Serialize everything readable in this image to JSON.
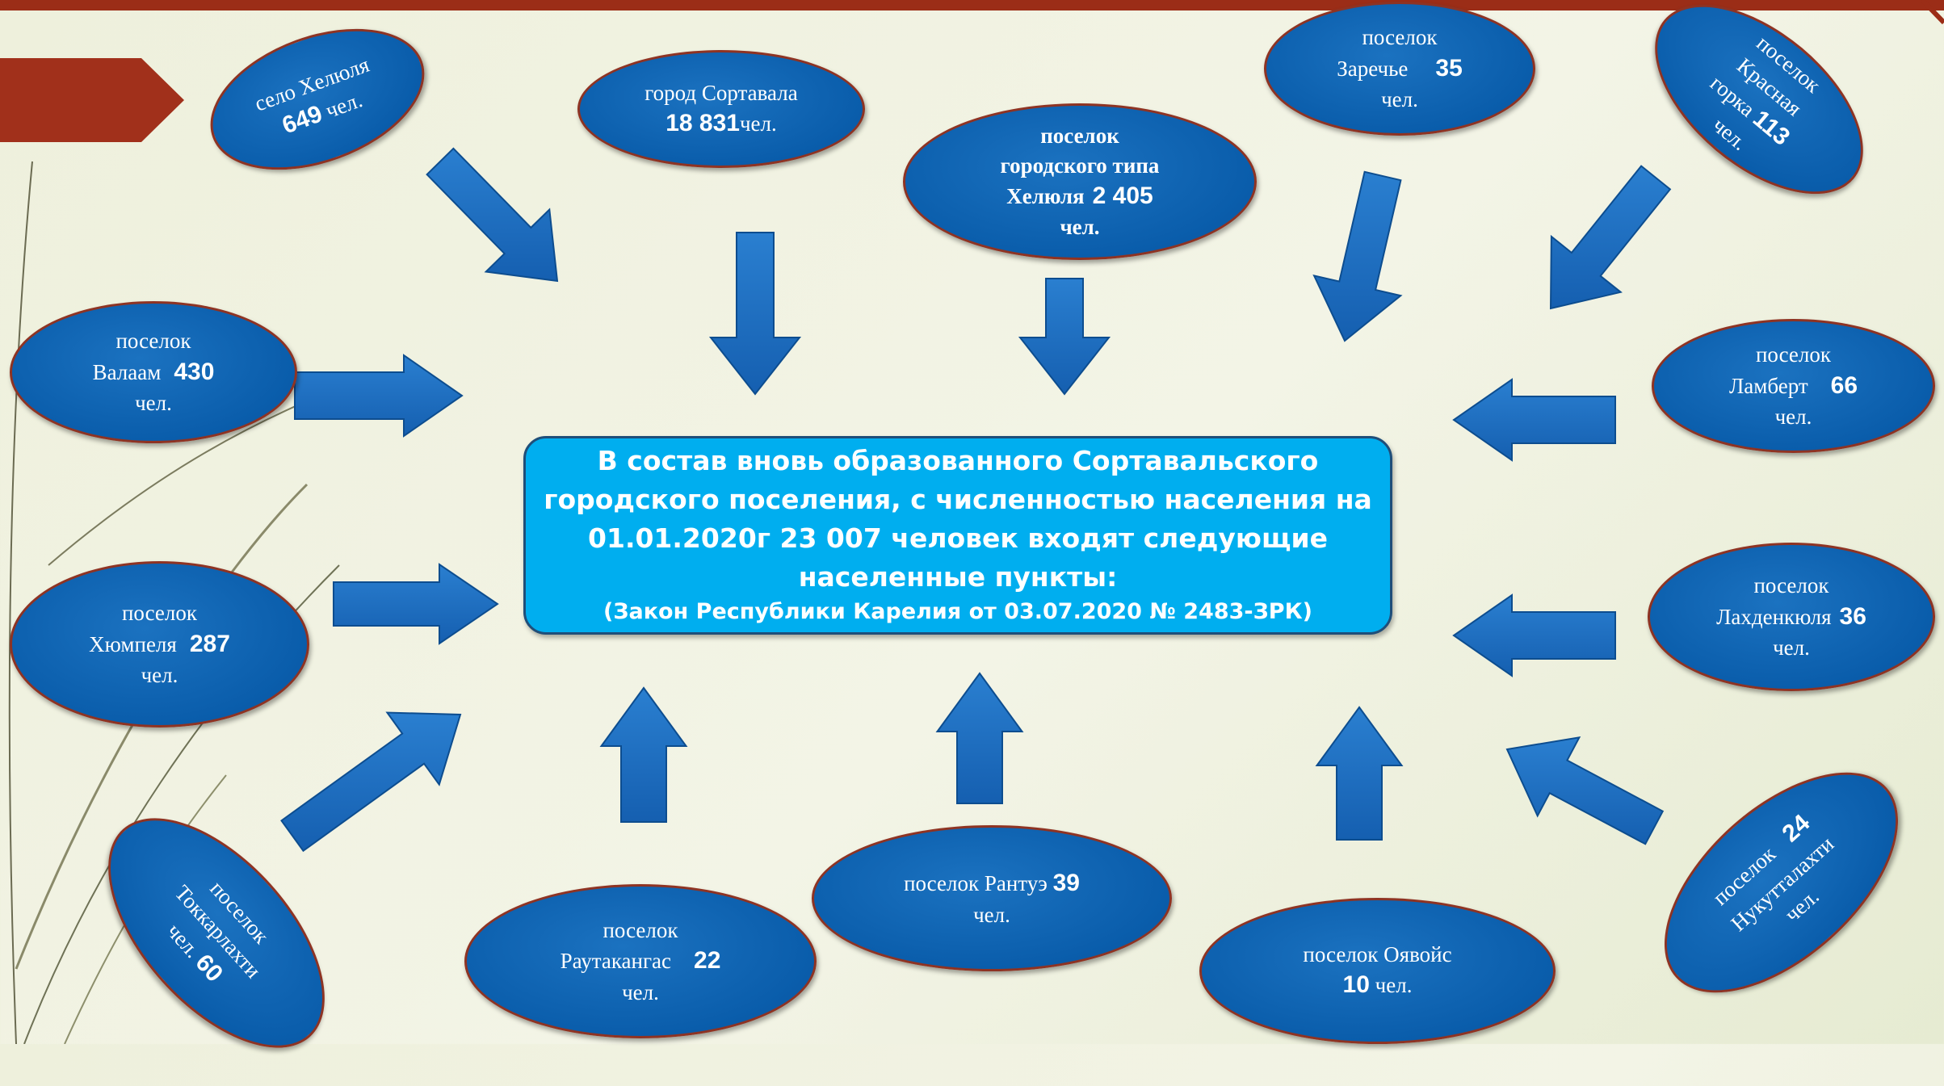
{
  "colors": {
    "node_fill": "#0a5dab",
    "node_border": "#8e3323",
    "center_fill": "#00aeef",
    "arrow_fill": "#1b6fc4",
    "accent_red": "#9b2d17"
  },
  "center": {
    "text": "В состав вновь образованного Сортавальского городского поселения, с численностью населения на 01.01.2020г 23 007 человек входят следующие населенные пункты:",
    "law": "(Закон Республики Карелия от 03.07.2020 № 2483-ЗРК)"
  },
  "nodes": {
    "helyulya_selo": {
      "line1": "село Хелюля",
      "number": "649",
      "unit": "чел."
    },
    "sortavala": {
      "line1": "город Сортавала",
      "number": "18 831",
      "unit": "чел."
    },
    "helyulya_pgt": {
      "line1": "поселок",
      "line2": "городского типа",
      "name": "Хелюля",
      "number": "2 405",
      "unit": "чел."
    },
    "zarechye": {
      "line1": "поселок",
      "name": "Заречье",
      "number": "35",
      "unit": "чел."
    },
    "krasnaya_gorka": {
      "line1": "поселок",
      "line2": "Красная",
      "name": "горка",
      "number": "113",
      "unit": "чел."
    },
    "valaam": {
      "line1": "поселок",
      "name": "Валаам",
      "number": "430",
      "unit": "чел."
    },
    "lambert": {
      "line1": "поселок",
      "name": "Ламберт",
      "number": "66",
      "unit": "чел."
    },
    "hyumpelya": {
      "line1": "поселок",
      "name": "Хюмпеля",
      "number": "287",
      "unit": "чел."
    },
    "lahdenkyulya": {
      "line1": "поселок",
      "name": "Лахденкюля",
      "number": "36",
      "unit": "чел."
    },
    "tokkarlahti": {
      "line1": "поселок",
      "name": "Токкарлахти",
      "number": "60",
      "unit": "чел."
    },
    "rautakangas": {
      "line1": "поселок",
      "name": "Раутакангас",
      "number": "22",
      "unit": "чел."
    },
    "rantue": {
      "line1": "поселок Рантуэ",
      "number": "39",
      "unit": "чел."
    },
    "oyavoys": {
      "line1": "поселок Оявойс",
      "number": "10",
      "unit": "чел."
    },
    "nukuttalahti": {
      "line1": "поселок",
      "name": "Нукутталахти",
      "number": "24",
      "unit": "чел."
    }
  }
}
